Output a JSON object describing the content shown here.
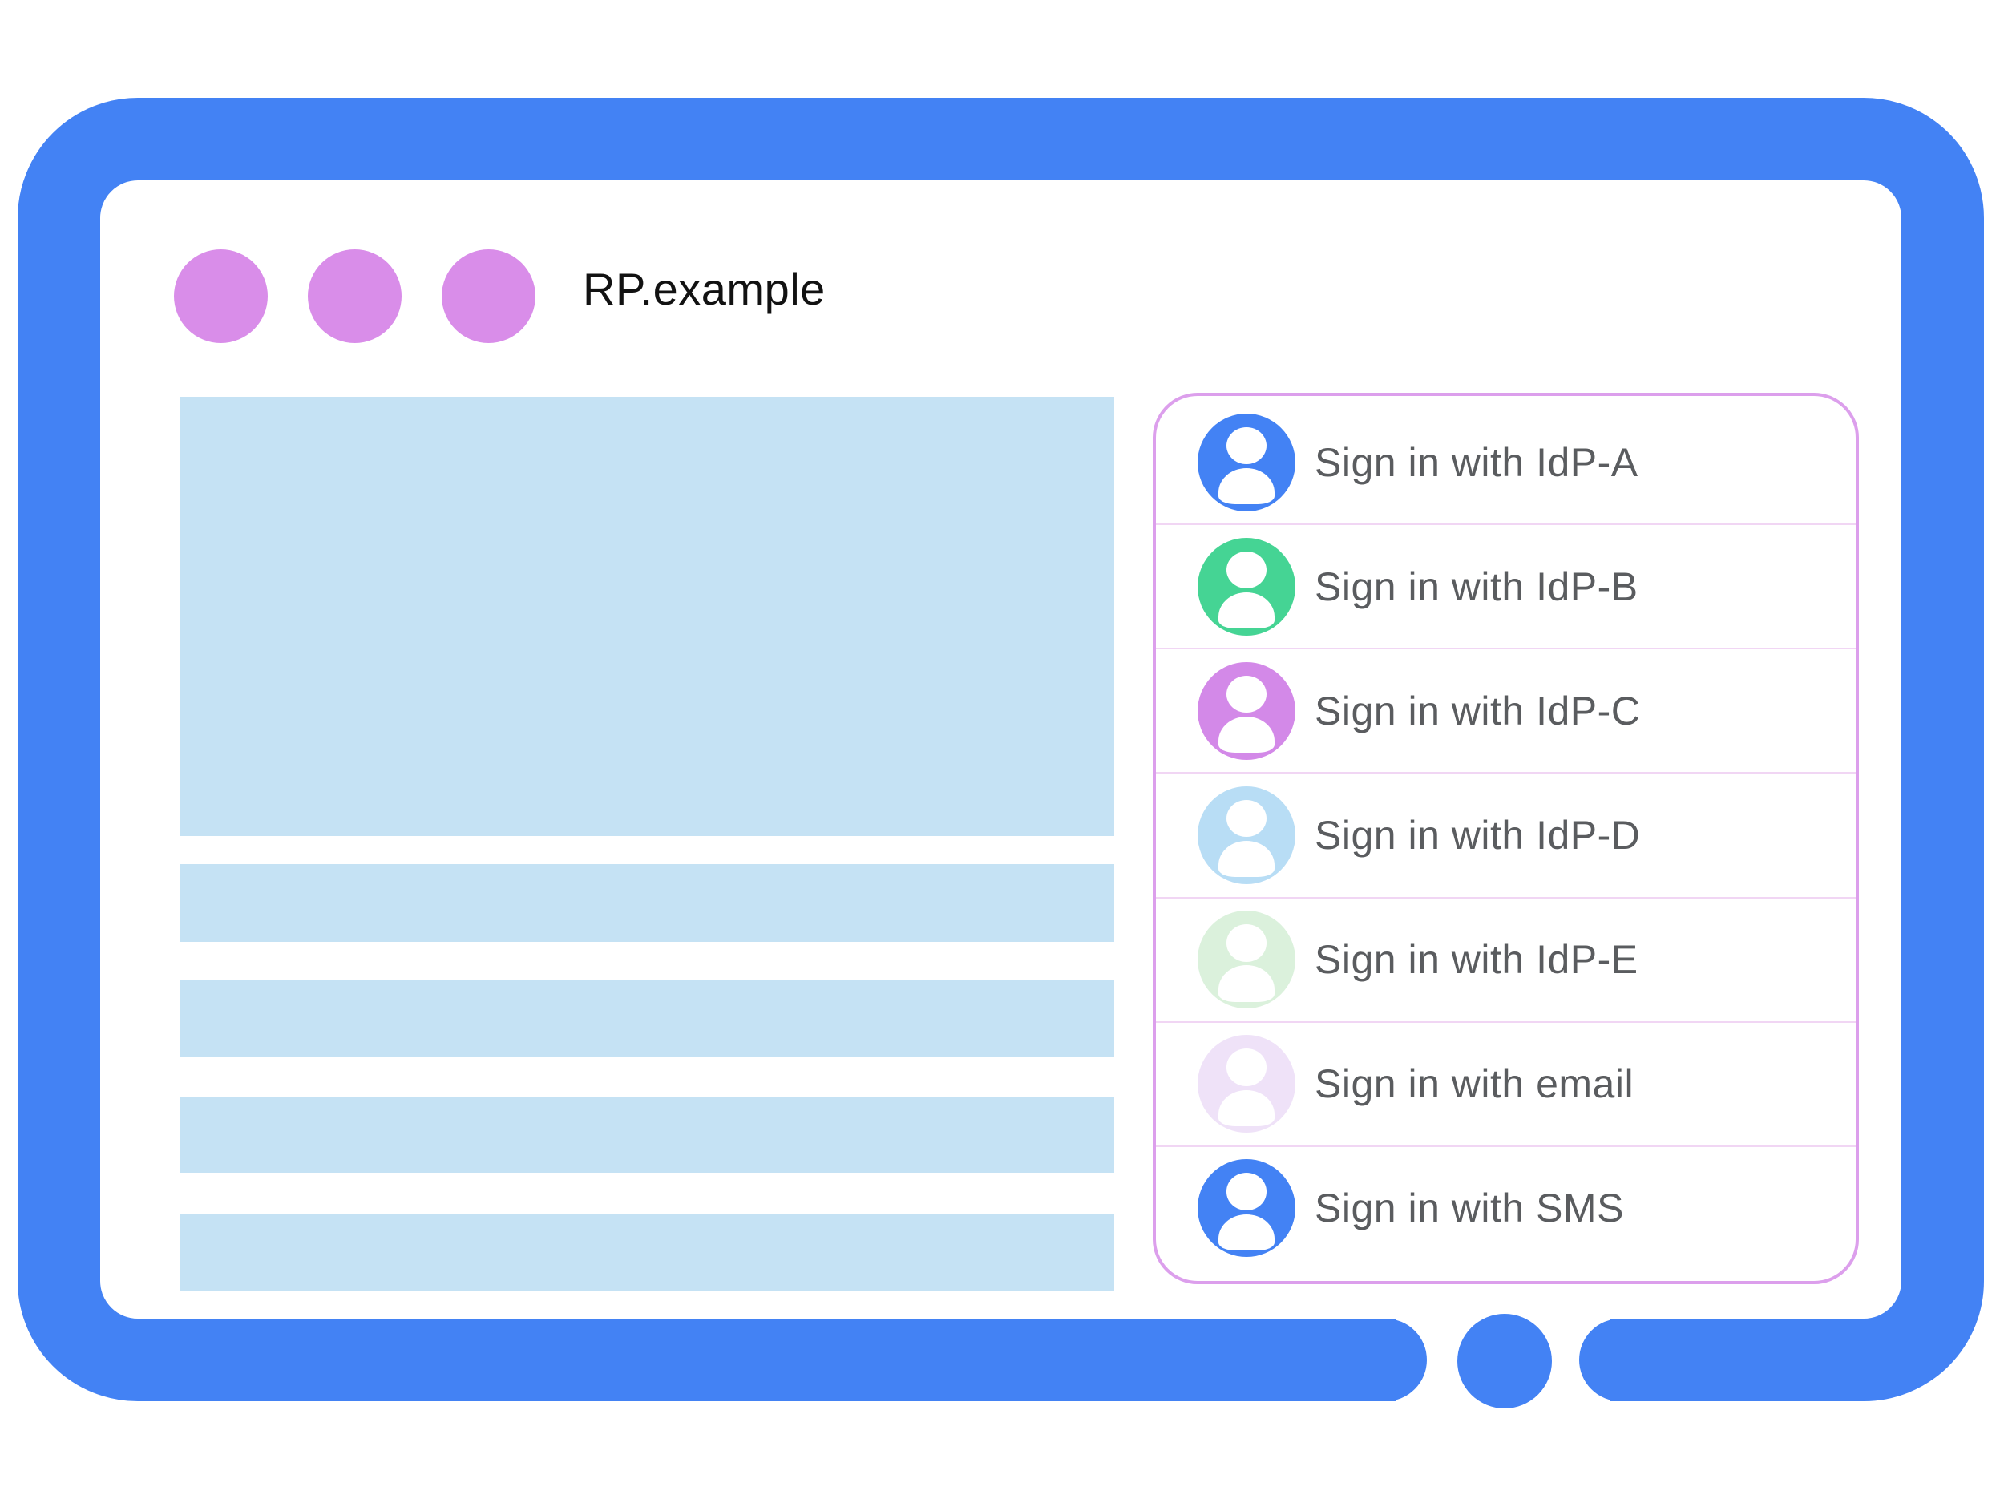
{
  "window": {
    "title": "RP.example",
    "controls": {
      "dot_count": 3,
      "dot_color": "#D98DE9"
    }
  },
  "content": {
    "placeholder_blocks": {
      "hero_count": 1,
      "bar_count": 4,
      "color": "#C5E2F4"
    }
  },
  "signin_panel": {
    "items": [
      {
        "label": "Sign in with IdP-A",
        "avatar_color": "#4382F4"
      },
      {
        "label": "Sign in with IdP-B",
        "avatar_color": "#45D494"
      },
      {
        "label": "Sign in with IdP-C",
        "avatar_color": "#D389E8"
      },
      {
        "label": "Sign in with IdP-D",
        "avatar_color": "#B8DDF5"
      },
      {
        "label": "Sign in with IdP-E",
        "avatar_color": "#DBF1DC"
      },
      {
        "label": "Sign in with email",
        "avatar_color": "#EFE2F8"
      },
      {
        "label": "Sign in with SMS",
        "avatar_color": "#4382F4"
      }
    ]
  },
  "colors": {
    "frame": "#4382F4",
    "placeholder": "#C5E2F4",
    "window_dot": "#D98DE9",
    "panel_border": "#DC9FEC",
    "divider": "#F1D6F4",
    "label_text": "#5A5C5F",
    "title_text": "#121212",
    "background": "#FFFFFF"
  }
}
